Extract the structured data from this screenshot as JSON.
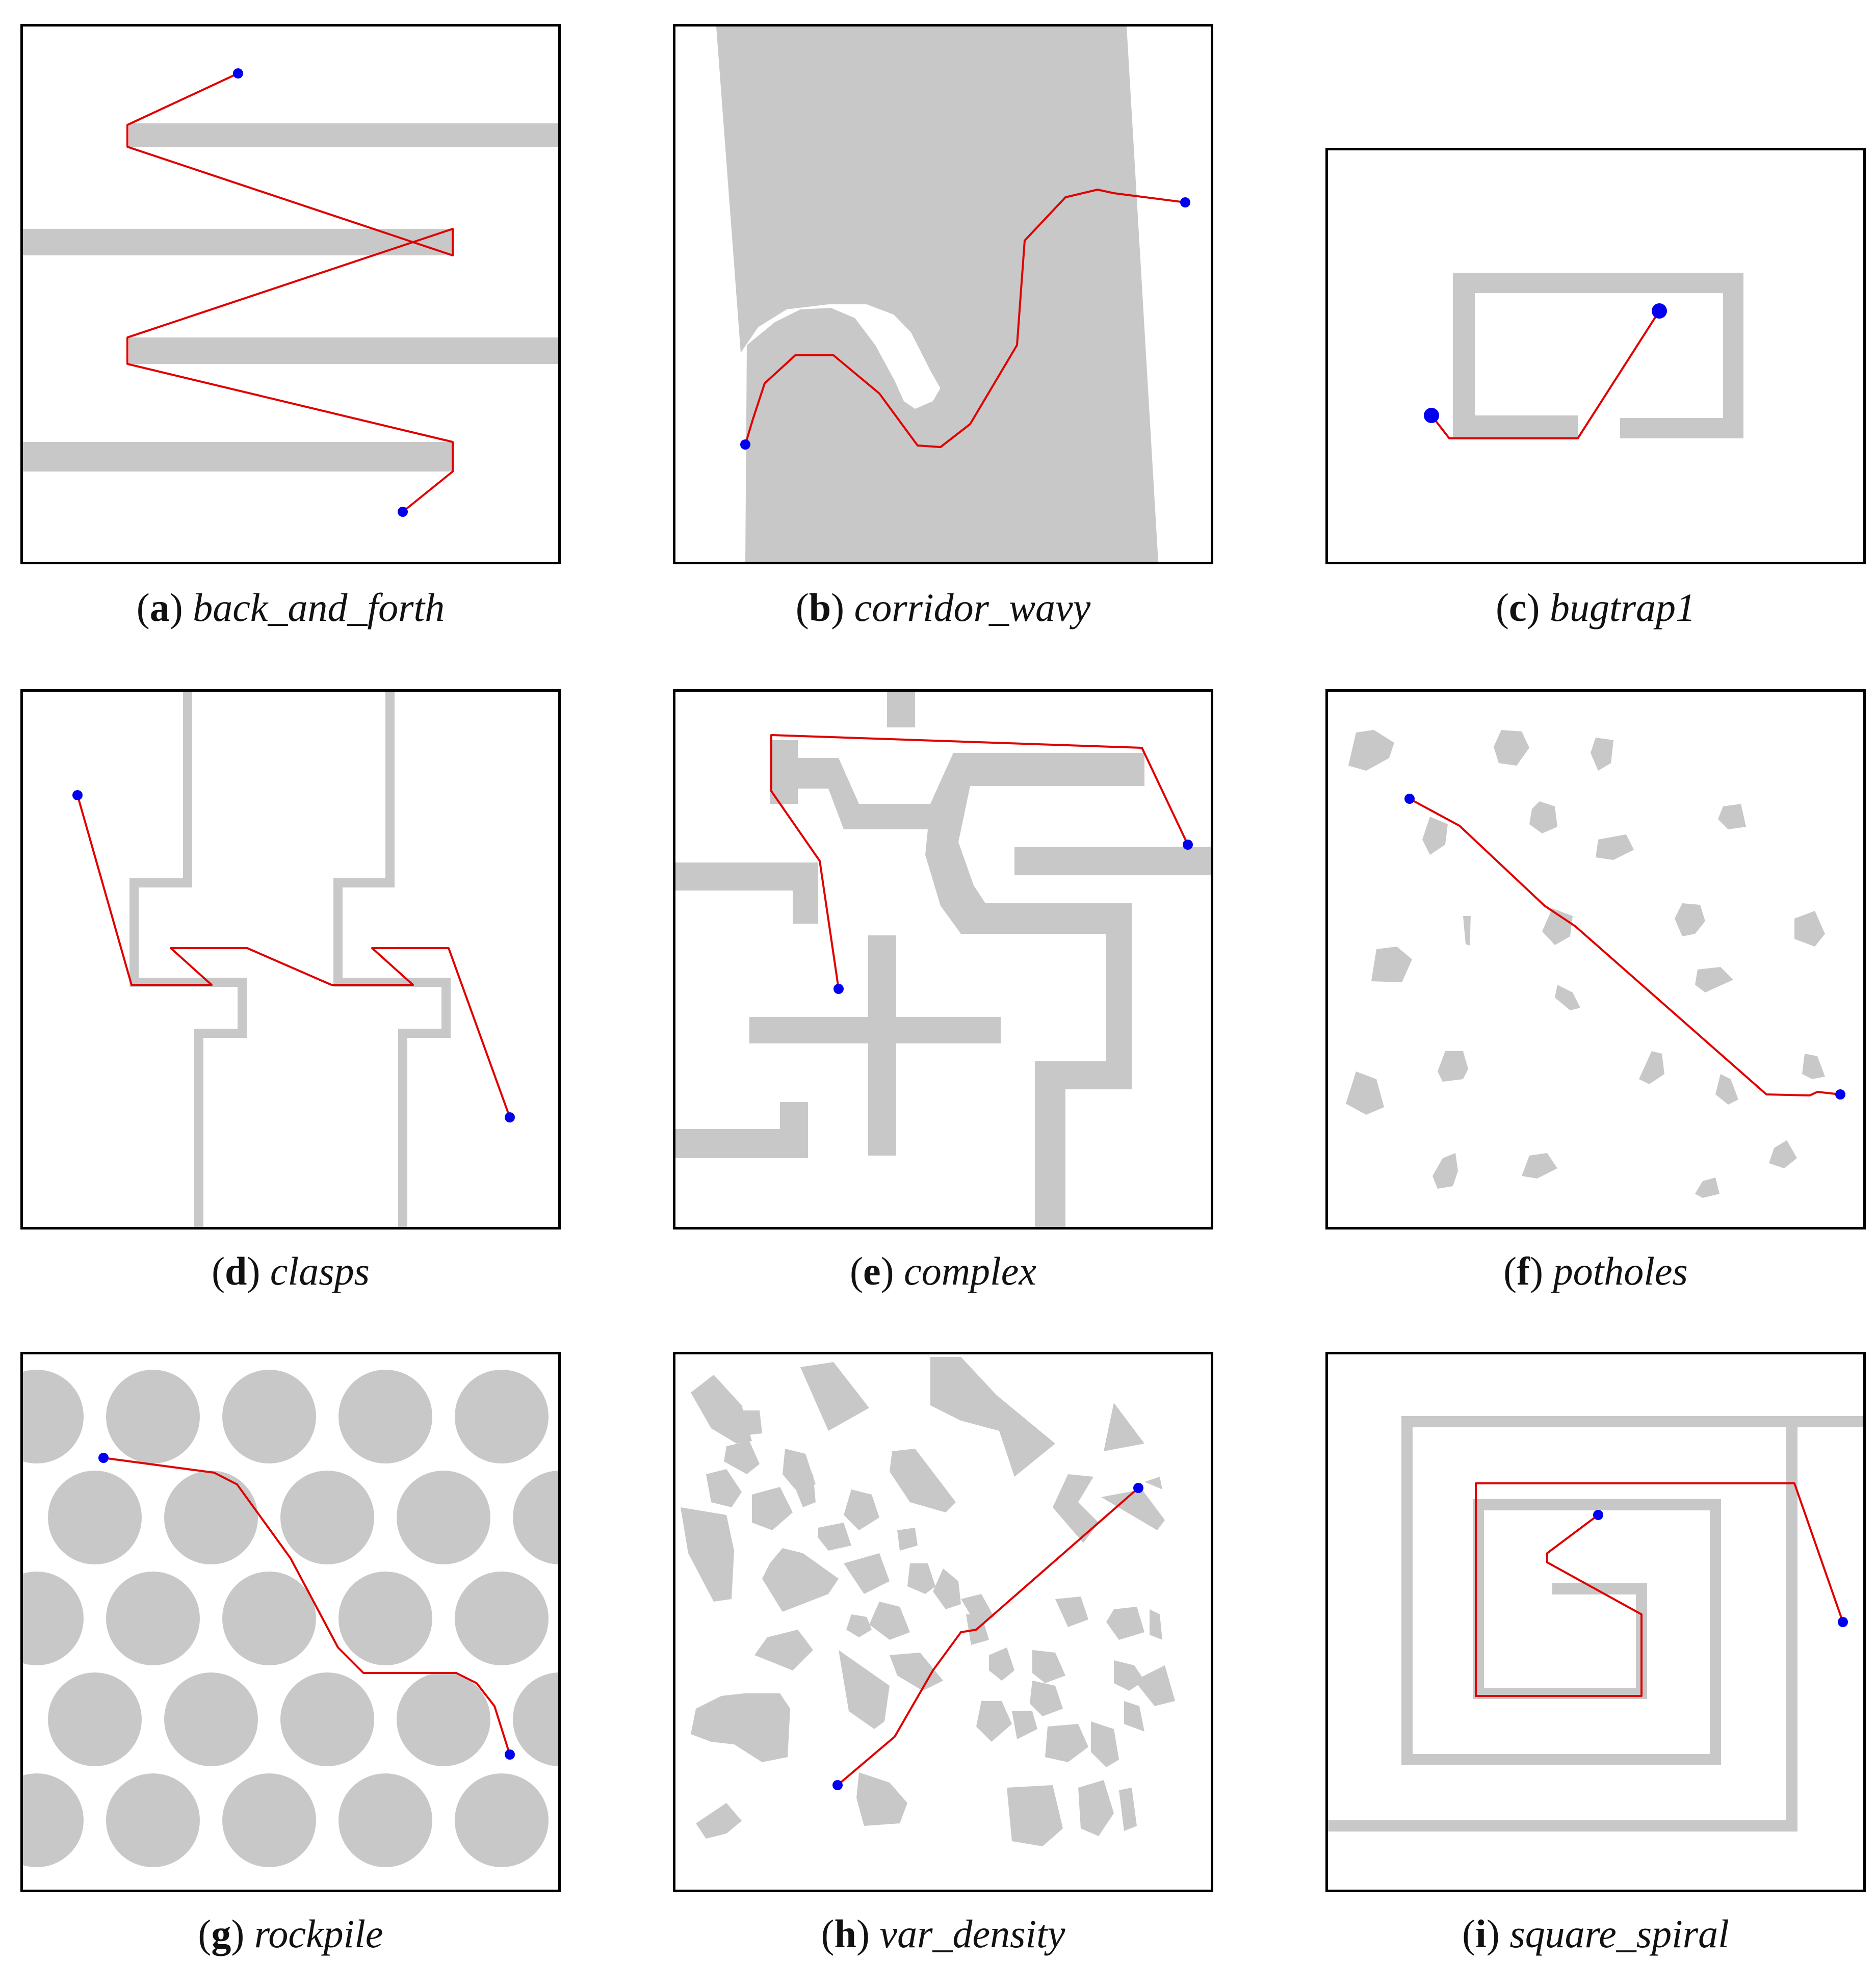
{
  "panels": [
    {
      "letter": "a",
      "name": "back_and_forth"
    },
    {
      "letter": "b",
      "name": "corridor_wavy"
    },
    {
      "letter": "c",
      "name": "bugtrap1"
    },
    {
      "letter": "d",
      "name": "clasps"
    },
    {
      "letter": "e",
      "name": "complex"
    },
    {
      "letter": "f",
      "name": "potholes"
    },
    {
      "letter": "g",
      "name": "rockpile"
    },
    {
      "letter": "h",
      "name": "var_density"
    },
    {
      "letter": "i",
      "name": "square_spiral"
    }
  ],
  "colors": {
    "obstacle": "#c8c8c8",
    "path": "#e00000",
    "endpoint": "#0000ee",
    "border": "#000000"
  }
}
